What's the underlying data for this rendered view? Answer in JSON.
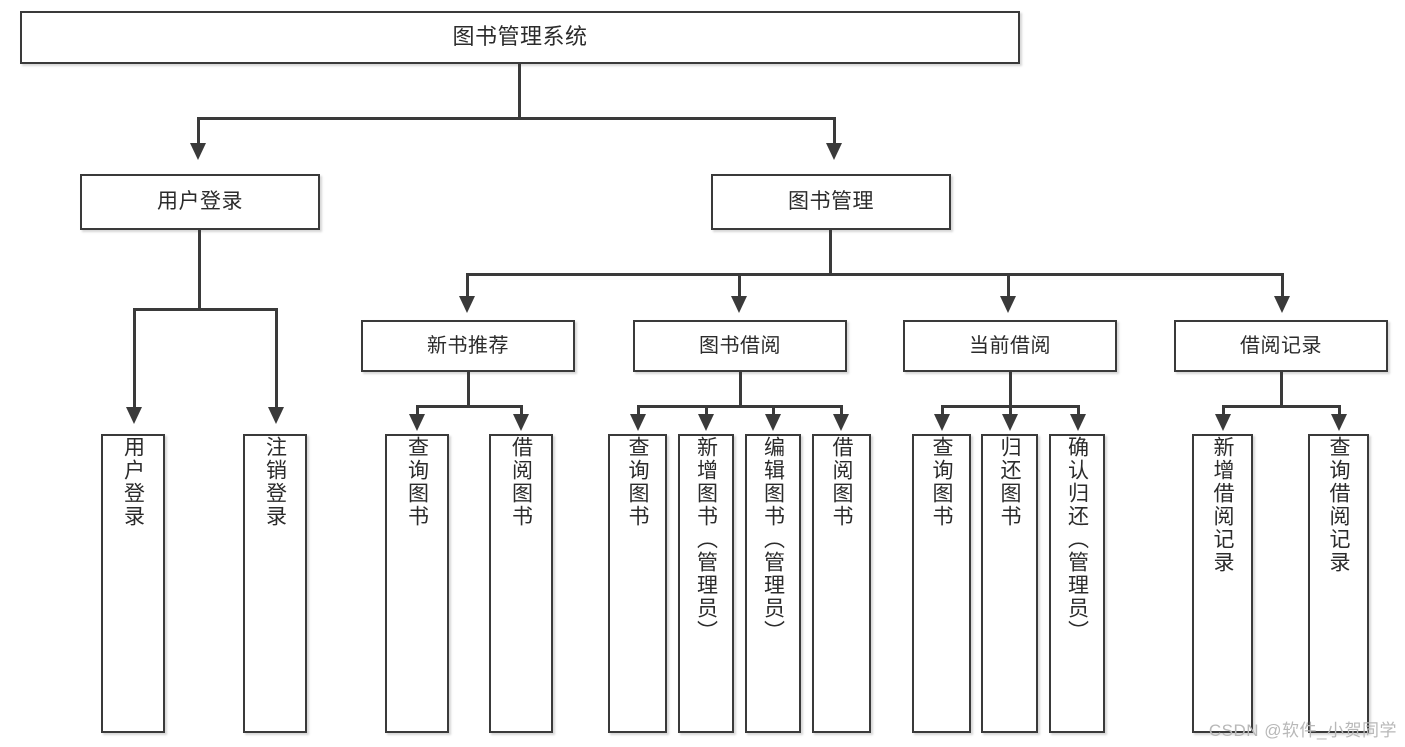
{
  "diagram": {
    "title_node": {
      "label": "图书管理系统"
    },
    "level1": [
      {
        "id": "user-login",
        "label": "用户登录"
      },
      {
        "id": "book-management",
        "label": "图书管理"
      }
    ],
    "level2": [
      {
        "id": "new-book-recommend",
        "label": "新书推荐"
      },
      {
        "id": "book-borrow",
        "label": "图书借阅"
      },
      {
        "id": "current-borrow",
        "label": "当前借阅"
      },
      {
        "id": "borrow-record",
        "label": "借阅记录"
      }
    ],
    "leaves": [
      {
        "id": "leaf-user-login",
        "label": "用户登录"
      },
      {
        "id": "leaf-logout-login",
        "label": "注销登录"
      },
      {
        "id": "leaf-query-book-1",
        "label": "查询图书"
      },
      {
        "id": "leaf-borrow-book-1",
        "label": "借阅图书"
      },
      {
        "id": "leaf-query-book-2",
        "label": "查询图书"
      },
      {
        "id": "leaf-add-book-admin",
        "label": "新增图书（管理员）"
      },
      {
        "id": "leaf-edit-book-admin",
        "label": "编辑图书（管理员）"
      },
      {
        "id": "leaf-borrow-book-2",
        "label": "借阅图书"
      },
      {
        "id": "leaf-query-book-3",
        "label": "查询图书"
      },
      {
        "id": "leaf-return-book",
        "label": "归还图书"
      },
      {
        "id": "leaf-confirm-return-admin",
        "label": "确认归还（管理员）"
      },
      {
        "id": "leaf-add-borrow-record",
        "label": "新增借阅记录"
      },
      {
        "id": "leaf-query-borrow-record",
        "label": "查询借阅记录"
      }
    ],
    "watermark": "CSDN @软件_小贺同学",
    "colors": {
      "stroke": "#3a3a3a",
      "text": "#2b2b2b",
      "background": "#ffffff",
      "watermark": "#b8b8b8"
    }
  },
  "chart_data": {
    "type": "diagram",
    "diagram_type": "tree-hierarchy",
    "title": "图书管理系统",
    "nodes": [
      {
        "id": "root",
        "label": "图书管理系统",
        "level": 0,
        "parent": null
      },
      {
        "id": "n1",
        "label": "用户登录",
        "level": 1,
        "parent": "root"
      },
      {
        "id": "n2",
        "label": "图书管理",
        "level": 1,
        "parent": "root"
      },
      {
        "id": "n1a",
        "label": "用户登录",
        "level": 2,
        "parent": "n1"
      },
      {
        "id": "n1b",
        "label": "注销登录",
        "level": 2,
        "parent": "n1"
      },
      {
        "id": "n2a",
        "label": "新书推荐",
        "level": 2,
        "parent": "n2"
      },
      {
        "id": "n2b",
        "label": "图书借阅",
        "level": 2,
        "parent": "n2"
      },
      {
        "id": "n2c",
        "label": "当前借阅",
        "level": 2,
        "parent": "n2"
      },
      {
        "id": "n2d",
        "label": "借阅记录",
        "level": 2,
        "parent": "n2"
      },
      {
        "id": "n2a1",
        "label": "查询图书",
        "level": 3,
        "parent": "n2a"
      },
      {
        "id": "n2a2",
        "label": "借阅图书",
        "level": 3,
        "parent": "n2a"
      },
      {
        "id": "n2b1",
        "label": "查询图书",
        "level": 3,
        "parent": "n2b"
      },
      {
        "id": "n2b2",
        "label": "新增图书（管理员）",
        "level": 3,
        "parent": "n2b"
      },
      {
        "id": "n2b3",
        "label": "编辑图书（管理员）",
        "level": 3,
        "parent": "n2b"
      },
      {
        "id": "n2b4",
        "label": "借阅图书",
        "level": 3,
        "parent": "n2b"
      },
      {
        "id": "n2c1",
        "label": "查询图书",
        "level": 3,
        "parent": "n2c"
      },
      {
        "id": "n2c2",
        "label": "归还图书",
        "level": 3,
        "parent": "n2c"
      },
      {
        "id": "n2c3",
        "label": "确认归还（管理员）",
        "level": 3,
        "parent": "n2c"
      },
      {
        "id": "n2d1",
        "label": "新增借阅记录",
        "level": 3,
        "parent": "n2d"
      },
      {
        "id": "n2d2",
        "label": "查询借阅记录",
        "level": 3,
        "parent": "n2d"
      }
    ]
  }
}
